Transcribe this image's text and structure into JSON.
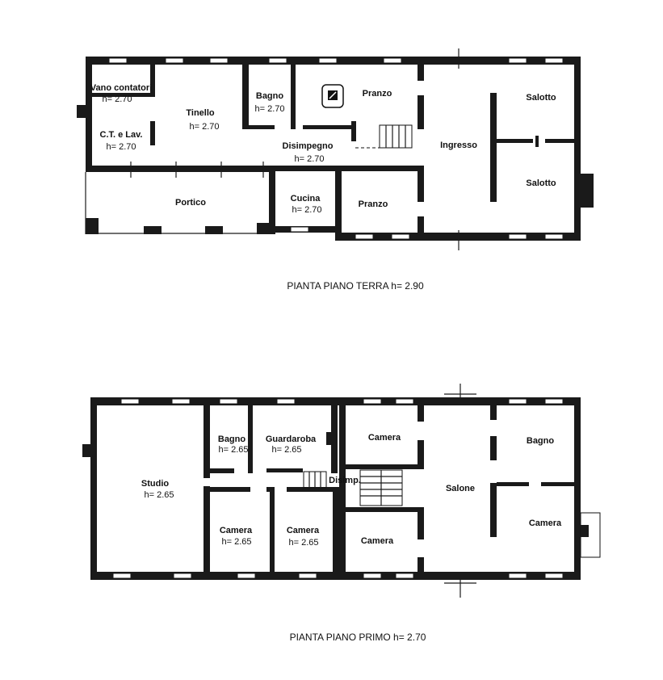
{
  "ground_floor": {
    "caption": "PIANTA PIANO TERRA h= 2.90",
    "rooms": [
      {
        "name": "Vano contatori",
        "height": "h= 2.70"
      },
      {
        "name": "C.T. e Lav.",
        "height": "h= 2.70"
      },
      {
        "name": "Tinello",
        "height": "h= 2.70"
      },
      {
        "name": "Bagno",
        "height": "h= 2.70"
      },
      {
        "name": "Disimpegno",
        "height": "h= 2.70"
      },
      {
        "name": "Cucina",
        "height": "h= 2.70"
      },
      {
        "name": "Pranzo"
      },
      {
        "name": "Pranzo"
      },
      {
        "name": "Ingresso"
      },
      {
        "name": "Salotto"
      },
      {
        "name": "Salotto"
      },
      {
        "name": "Portico"
      }
    ]
  },
  "first_floor": {
    "caption": "PIANTA PIANO PRIMO h= 2.70",
    "rooms": [
      {
        "name": "Studio",
        "height": "h= 2.65"
      },
      {
        "name": "Bagno",
        "height": "h= 2.65"
      },
      {
        "name": "Guardaroba",
        "height": "h= 2.65"
      },
      {
        "name": "Camera",
        "height": "h= 2.65"
      },
      {
        "name": "Camera",
        "height": "h= 2.65"
      },
      {
        "name": "Disimp."
      },
      {
        "name": "Camera"
      },
      {
        "name": "Camera"
      },
      {
        "name": "Salone"
      },
      {
        "name": "Bagno"
      },
      {
        "name": "Camera"
      }
    ]
  }
}
